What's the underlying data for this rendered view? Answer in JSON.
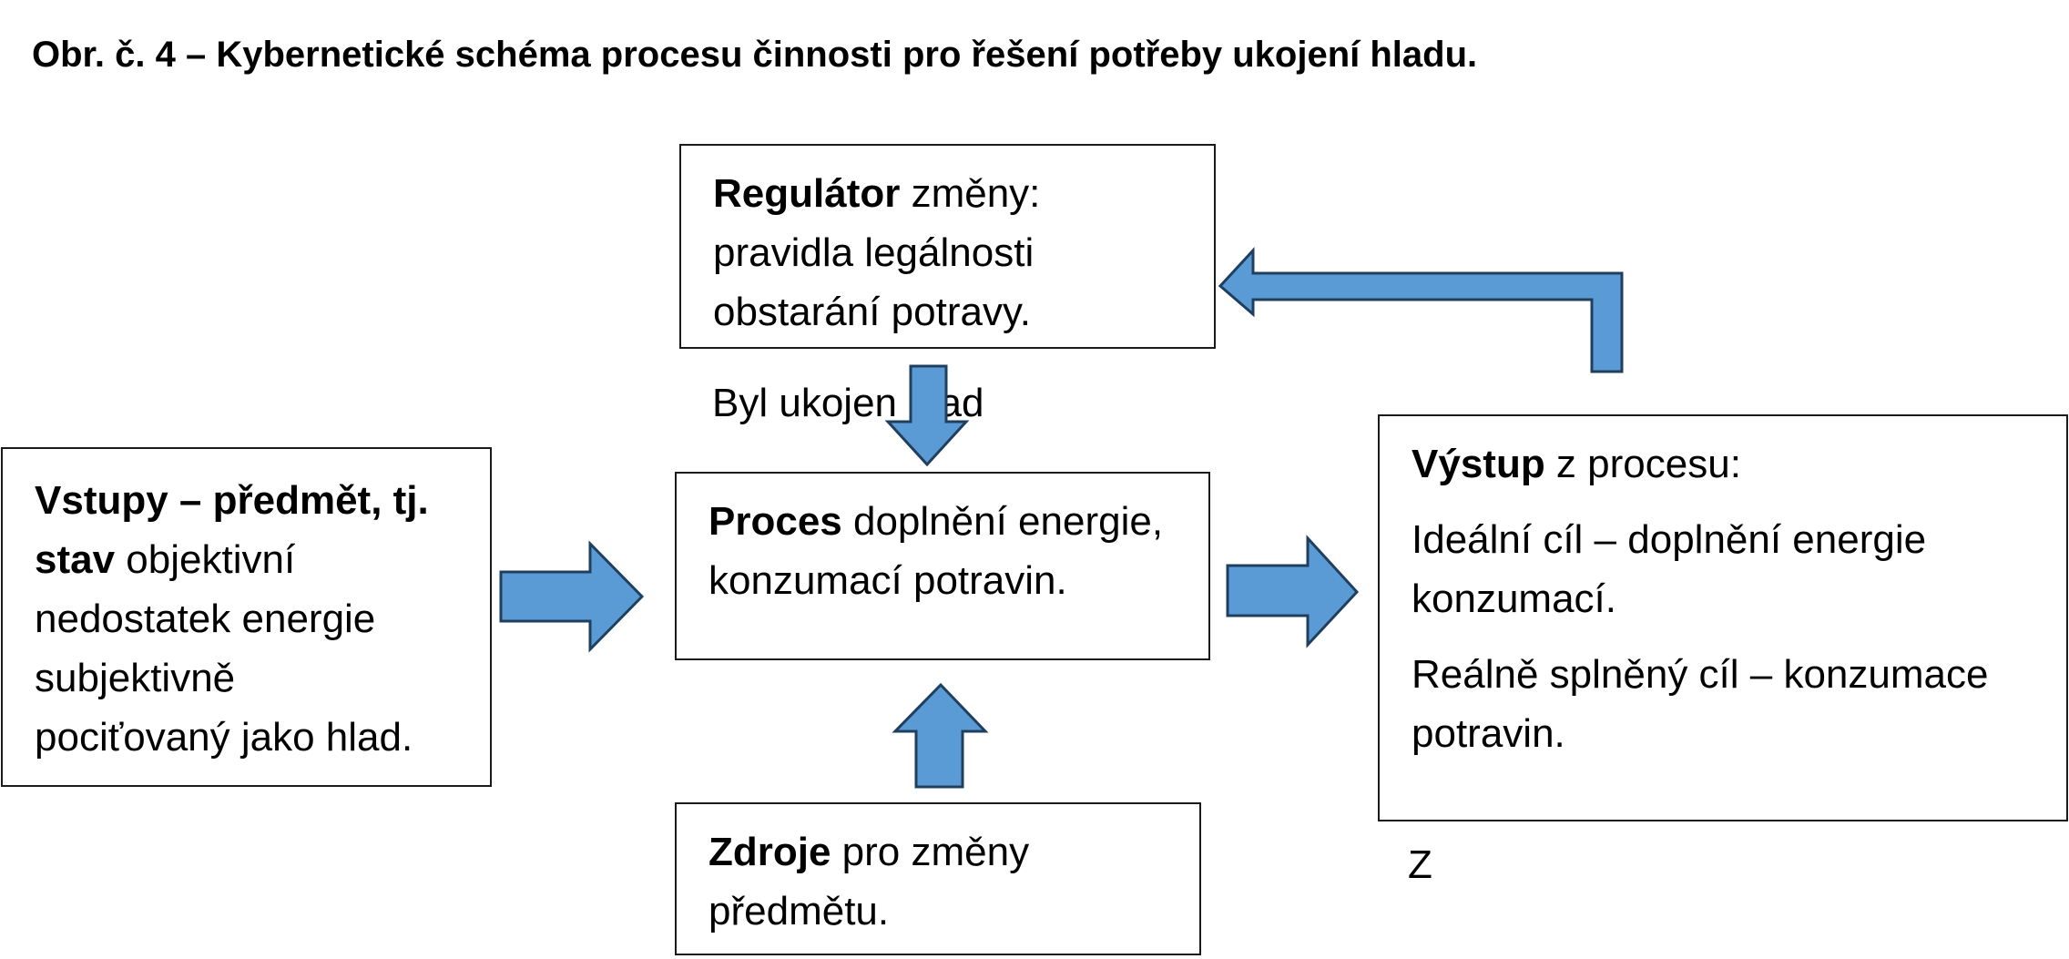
{
  "title": "Obr. č. 4 – Kybernetické schéma procesu činnosti pro řešení potřeby ukojení hladu.",
  "regulator": {
    "bold": "Regulátor",
    "line1_rest": " změny:",
    "line2": "pravidla legálnosti",
    "line3": "obstarání potravy."
  },
  "inputs": {
    "bold_line1": "Vstupy – předmět, tj.",
    "bold_line2": "stav",
    "line2_rest": " objektivní",
    "line3": "nedostatek energie",
    "line4": "subjektivně",
    "line5": "pociťovaný jako hlad."
  },
  "process": {
    "bold": "Proces",
    "line1_rest": " doplnění energie,",
    "line2": "konzumací potravin."
  },
  "resources": {
    "bold": "Zdroje",
    "line1_rest": " pro změny",
    "line2": "předmětu."
  },
  "output": {
    "bold": "Výstup",
    "line1_rest": " z procesu:",
    "ideal_line1": "Ideální cíl – doplnění energie",
    "ideal_line2": "konzumací.",
    "real_line1": "Reálně splněný cíl – konzumace",
    "real_line2": "potravin."
  },
  "notes": {
    "hunger": "Byl ukojen hlad",
    "z": "Z"
  },
  "colors": {
    "arrow_fill": "#5B9BD5",
    "arrow_stroke": "#1F3F5F",
    "box_border": "#1a1a1a"
  }
}
